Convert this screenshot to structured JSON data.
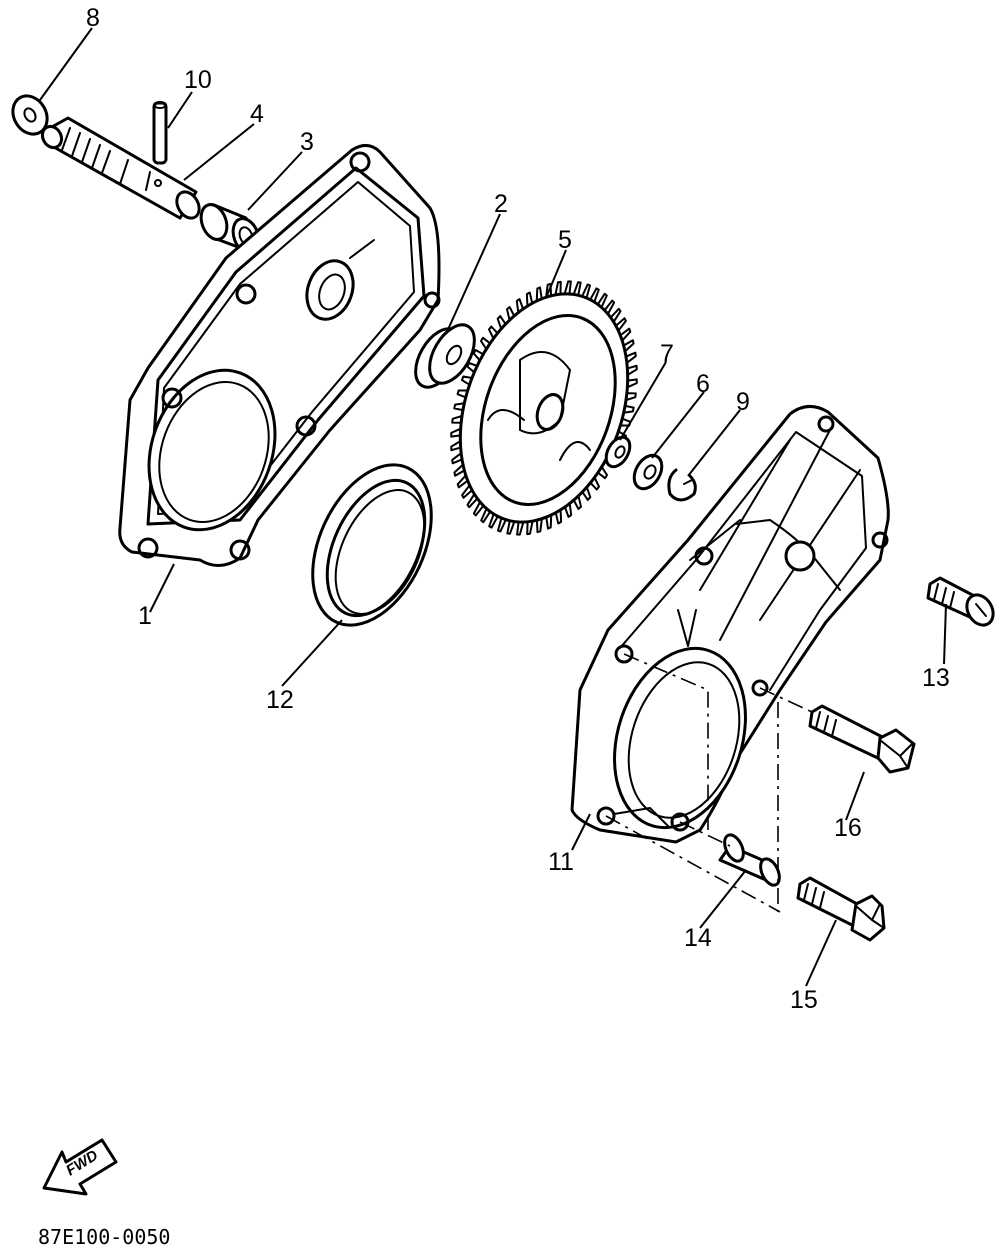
{
  "diagram": {
    "part_labels": [
      {
        "id": "8",
        "text": "8"
      },
      {
        "id": "10",
        "text": "10"
      },
      {
        "id": "4",
        "text": "4"
      },
      {
        "id": "3",
        "text": "3"
      },
      {
        "id": "2",
        "text": "2"
      },
      {
        "id": "5",
        "text": "5"
      },
      {
        "id": "7",
        "text": "7"
      },
      {
        "id": "6",
        "text": "6"
      },
      {
        "id": "9",
        "text": "9"
      },
      {
        "id": "1",
        "text": "1"
      },
      {
        "id": "12",
        "text": "12"
      },
      {
        "id": "13",
        "text": "13"
      },
      {
        "id": "16",
        "text": "16"
      },
      {
        "id": "11",
        "text": "11"
      },
      {
        "id": "14",
        "text": "14"
      },
      {
        "id": "15",
        "text": "15"
      }
    ],
    "direction_badge": "FWD",
    "drawing_code": "87E100-0050"
  }
}
